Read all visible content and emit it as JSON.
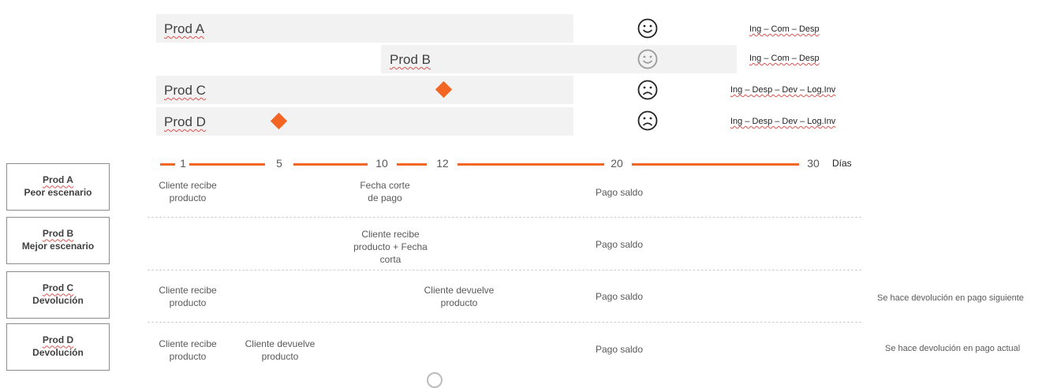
{
  "bars": [
    {
      "label": "Prod A",
      "flow": "Ing – Com – Desp",
      "face": "happy"
    },
    {
      "label": "Prod B",
      "flow": "Ing – Com – Desp",
      "face": "happy-faded"
    },
    {
      "label": "Prod C",
      "flow": "Ing – Desp – Dev – Log.Inv",
      "face": "sad"
    },
    {
      "label": "Prod D",
      "flow": "Ing – Desp – Dev – Log.Inv",
      "face": "sad"
    }
  ],
  "timeline": {
    "ticks": [
      "1",
      "5",
      "10",
      "12",
      "20",
      "30"
    ],
    "unit": "Días",
    "accent_color": "#f26522"
  },
  "rows": [
    {
      "name": "Prod A",
      "scenario": "Peor escenario",
      "cells": {
        "day1": "Cliente recibe\nproducto",
        "day10": "Fecha corte\nde pago",
        "day20": "Pago saldo"
      }
    },
    {
      "name": "Prod B",
      "scenario": "Mejor escenario",
      "cells": {
        "day10": "Cliente recibe\nproducto + Fecha\ncorta",
        "day20": "Pago saldo"
      }
    },
    {
      "name": "Prod C",
      "scenario": "Devolución",
      "cells": {
        "day1": "Cliente recibe\nproducto",
        "day12": "Cliente devuelve\nproducto",
        "day20": "Pago saldo"
      },
      "note": "Se hace devolución en pago siguiente"
    },
    {
      "name": "Prod D",
      "scenario": "Devolución",
      "cells": {
        "day1": "Cliente recibe\nproducto",
        "day5": "Cliente devuelve\nproducto",
        "day20": "Pago saldo"
      },
      "note": "Se hace devolución en pago actual"
    }
  ]
}
